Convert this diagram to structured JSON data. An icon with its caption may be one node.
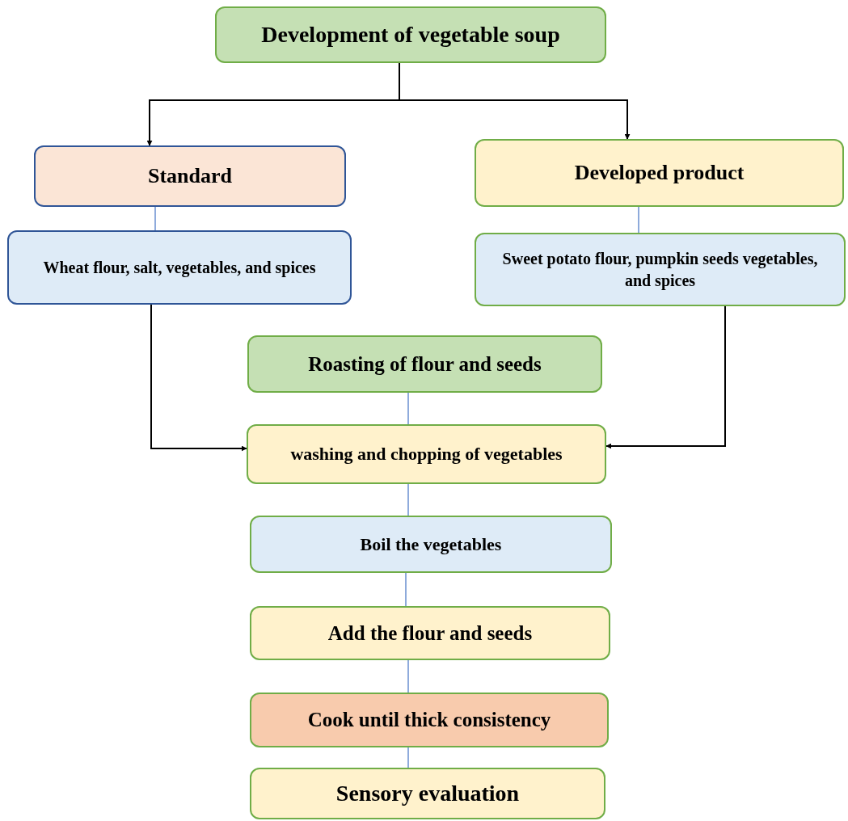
{
  "diagram": {
    "nodes": [
      {
        "text": [
          "Development of vegetable soup"
        ]
      },
      {
        "text": [
          "Standard"
        ]
      },
      {
        "text": [
          "Developed product"
        ]
      },
      {
        "text": [
          "Wheat flour, salt, vegetables, and spices"
        ]
      },
      {
        "text": [
          "Sweet potato flour, pumpkin seeds vegetables, and spices"
        ]
      },
      {
        "text": [
          "Roasting of flour and seeds"
        ]
      },
      {
        "text": [
          "washing and chopping of vegetables"
        ]
      },
      {
        "text": [
          "Boil the vegetables"
        ]
      },
      {
        "text": [
          "Add the flour and seeds"
        ]
      },
      {
        "text": [
          "Cook until thick consistency"
        ]
      },
      {
        "text": [
          "Sensory evaluation"
        ]
      }
    ],
    "edges": [
      {
        "from": 0,
        "to": 1,
        "arrow": "to",
        "color": "#000000"
      },
      {
        "from": 0,
        "to": 2,
        "arrow": "to",
        "color": "#000000"
      },
      {
        "from": 1,
        "to": 3,
        "arrow": "none"
      },
      {
        "from": 2,
        "to": 4,
        "arrow": "none"
      },
      {
        "from": 3,
        "to": 6,
        "arrow": "to",
        "color": "#000000"
      },
      {
        "from": 4,
        "to": 6,
        "arrow": "to",
        "color": "#000000"
      },
      {
        "from": 5,
        "to": 6,
        "arrow": "none"
      },
      {
        "from": 6,
        "to": 7,
        "arrow": "none"
      },
      {
        "from": 7,
        "to": 8,
        "arrow": "none"
      },
      {
        "from": 8,
        "to": 9,
        "arrow": "none"
      },
      {
        "from": 9,
        "to": 10,
        "arrow": "none"
      }
    ]
  }
}
